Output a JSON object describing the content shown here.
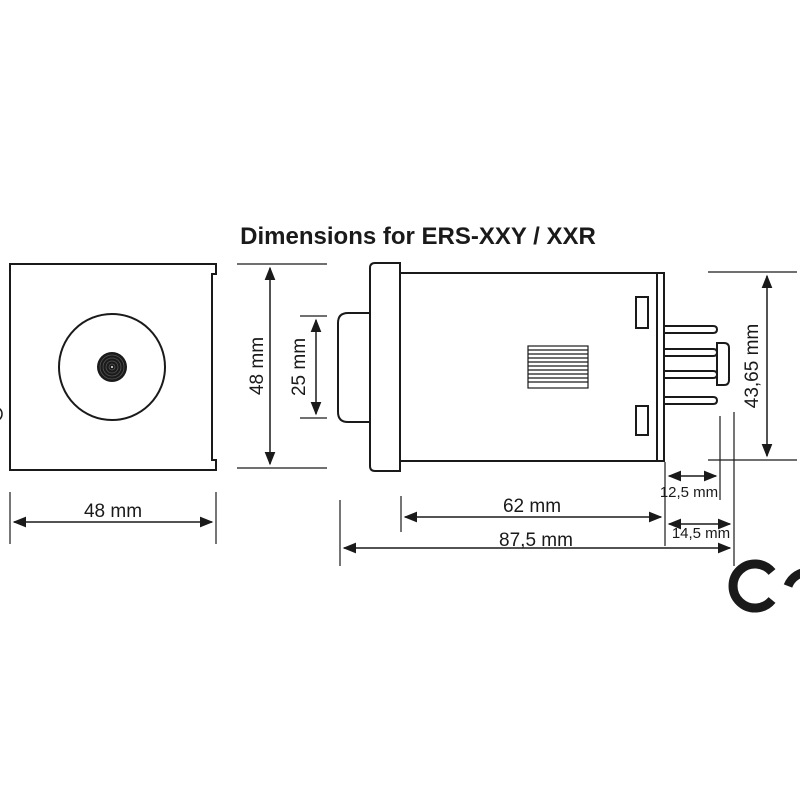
{
  "title": "Dimensions for ERS-XXY / XXR",
  "front_view": {
    "width_label": "48 mm"
  },
  "side_view": {
    "height_label": "48 mm",
    "knob_height_label": "25 mm",
    "body_length_label": "62 mm",
    "total_length_label": "87,5 mm",
    "pin_length_label": "12,5 mm",
    "pin_offset_label": "14,5 mm",
    "pin_span_label": "43,65 mm"
  },
  "mark_text": "CE"
}
